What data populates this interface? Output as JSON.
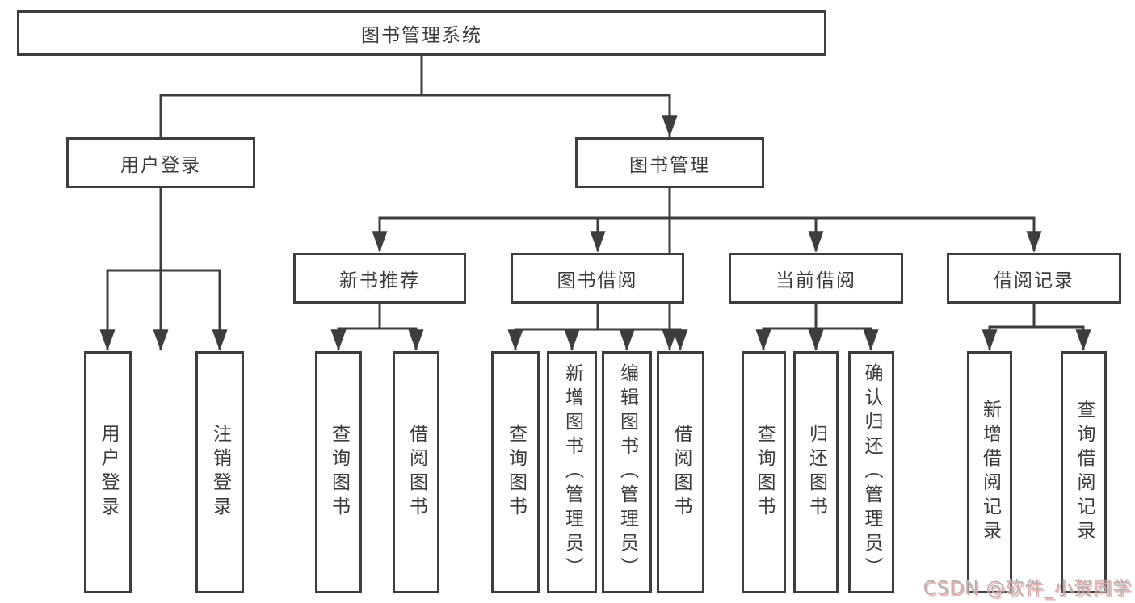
{
  "diagram": {
    "root": "图书管理系统",
    "branches": [
      {
        "label": "用户登录",
        "leaves": [
          "用户登录",
          "注销登录"
        ]
      },
      {
        "label": "图书管理",
        "groups": [
          {
            "label": "新书推荐",
            "leaves": [
              "查询图书",
              "借阅图书"
            ]
          },
          {
            "label": "图书借阅",
            "leaves": [
              "查询图书",
              "新增图书（管理员）",
              "编辑图书（管理员）",
              "借阅图书"
            ]
          },
          {
            "label": "当前借阅",
            "leaves": [
              "查询图书",
              "归还图书",
              "确认归还（管理员）"
            ]
          },
          {
            "label": "借阅记录",
            "leaves": [
              "新增借阅记录",
              "查询借阅记录"
            ]
          }
        ]
      }
    ]
  },
  "watermark": "CSDN @软件_小贺同学",
  "colors": {
    "line": "#3d3d3d",
    "box_border": "#3d3d3d",
    "text": "#3b3b3b",
    "background": "#ffffff",
    "watermark_text": "#b3b3b3",
    "watermark_shadow": "#e79797"
  }
}
